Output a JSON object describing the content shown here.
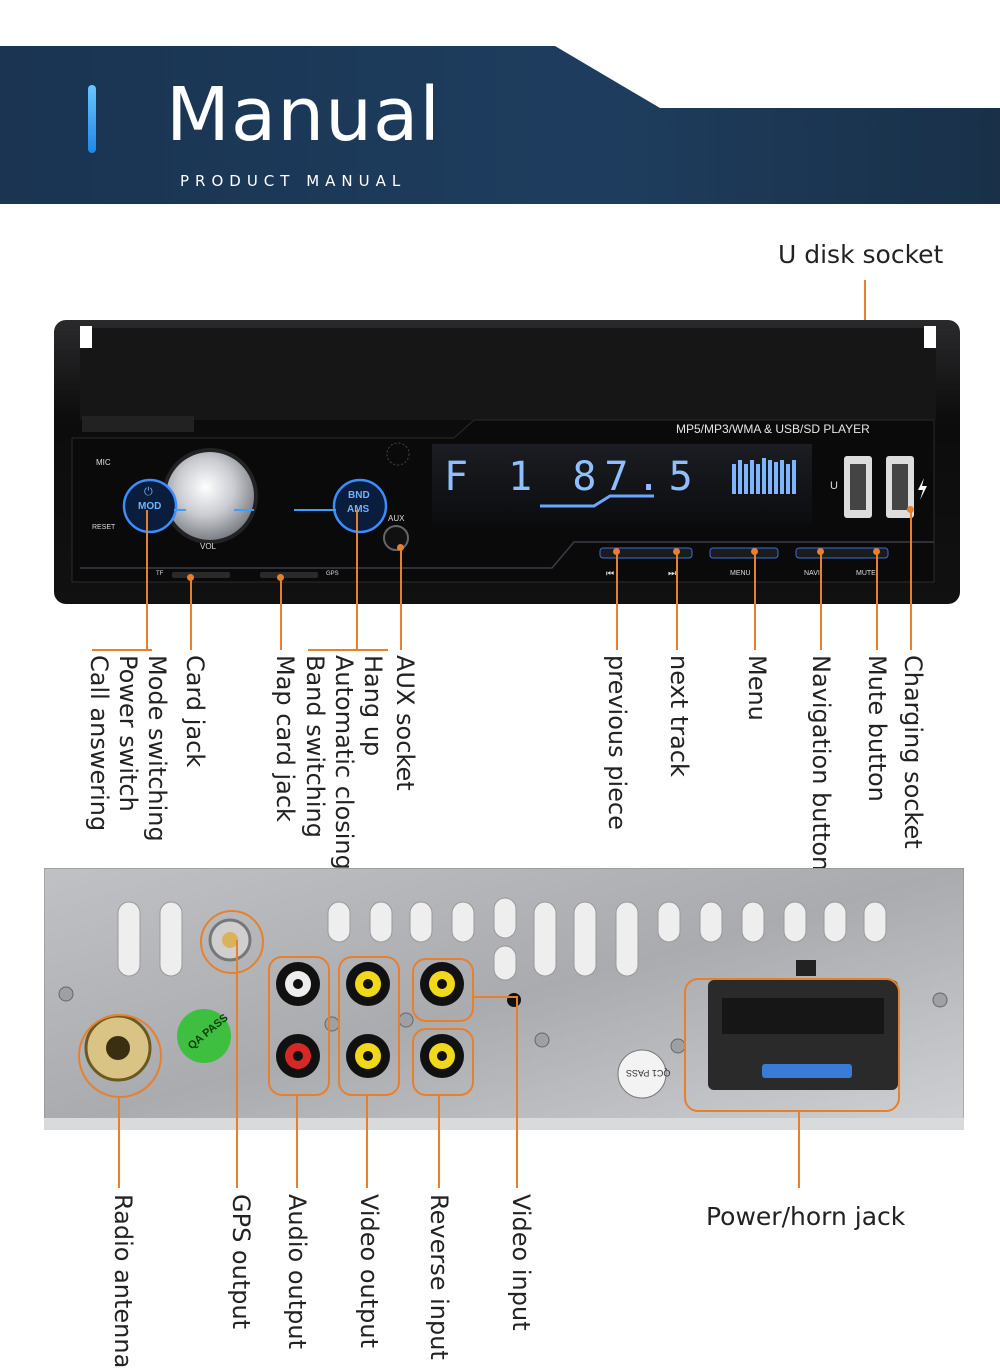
{
  "header": {
    "title": "Manual",
    "subtitle": "PRODUCT MANUAL"
  },
  "front_panel": {
    "player_text": "MP5/MP3/WMA & USB/SD PLAYER",
    "display_text": "F 1  87.5",
    "buttons": {
      "mic": "MIC",
      "reset": "RESET",
      "mod_top": "⏻",
      "mod": "MOD",
      "vol": "VOL",
      "bnd": "BND",
      "ams": "AMS",
      "aux": "AUX",
      "tf": "TF",
      "gps": "GPS",
      "prev": "⏮",
      "next": "⏭",
      "menu": "MENU",
      "navi": "NAVI",
      "mute": "MUTE",
      "u": "U"
    }
  },
  "labels": {
    "u_disk": "U disk socket",
    "call_answering": "Call answering",
    "power_switch": "Power switch",
    "mode_switching": "Mode switching",
    "card_jack": "Card jack",
    "map_card_jack": "Map card jack",
    "band_switching": "Band switching",
    "automatic_closing": "Automatic closing",
    "hang_up": "Hang up",
    "aux_socket": "AUX socket",
    "previous_piece": "previous piece",
    "next_track": "next track",
    "menu": "Menu",
    "navigation_button": "Navigation button",
    "mute_button": "Mute button",
    "charging_socket": "Charging socket",
    "radio_antenna": "Radio antenna",
    "gps_output": "GPS output",
    "audio_output": "Audio output",
    "video_output": "Video output",
    "reverse_input": "Reverse input",
    "video_input": "Video input",
    "power_horn_jack": "Power/horn jack"
  },
  "rear_panel": {
    "qa_badge": "QA PASS",
    "qc_badge": "QC1 PASS"
  },
  "colors": {
    "accent": "#e8802b",
    "header_dark": "#152c47",
    "header_mid": "#1f4266",
    "button_blue": "#2f7fff"
  }
}
